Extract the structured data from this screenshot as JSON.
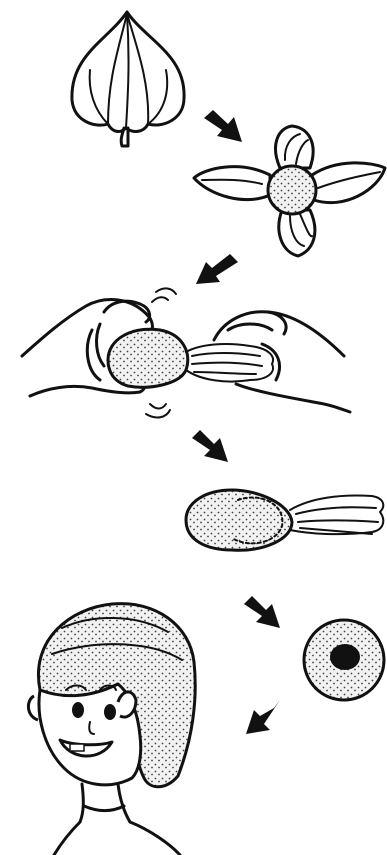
{
  "figure": {
    "steps": [
      {
        "name": "fruit-whole"
      },
      {
        "name": "husk-opened"
      },
      {
        "name": "hands-twisting"
      },
      {
        "name": "berry-with-husk-tail"
      },
      {
        "name": "berry-section"
      },
      {
        "name": "girl-with-balloon-hair"
      }
    ],
    "arrow_count": 5,
    "colors": {
      "ink": "#111111",
      "background": "#ffffff"
    }
  }
}
